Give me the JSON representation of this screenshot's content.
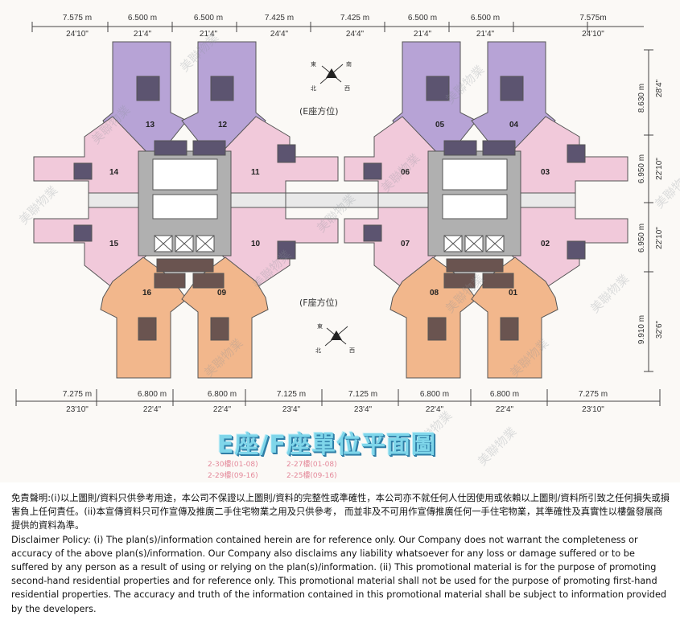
{
  "dimensions": {
    "top": [
      {
        "m": "7.575 m",
        "ft": "24'10\""
      },
      {
        "m": "6.500 m",
        "ft": "21'4\""
      },
      {
        "m": "6.500 m",
        "ft": "21'4\""
      },
      {
        "m": "7.425 m",
        "ft": "24'4\""
      },
      {
        "m": "7.425 m",
        "ft": "24'4\""
      },
      {
        "m": "6.500 m",
        "ft": "21'4\""
      },
      {
        "m": "6.500 m",
        "ft": "21'4\""
      },
      {
        "m": "7.575m",
        "ft": "24'10\""
      }
    ],
    "bottom": [
      {
        "m": "7.275 m",
        "ft": "23'10\""
      },
      {
        "m": "6.800 m",
        "ft": "22'4\""
      },
      {
        "m": "6.800 m",
        "ft": "22'4\""
      },
      {
        "m": "7.125 m",
        "ft": "23'4\""
      },
      {
        "m": "7.125 m",
        "ft": "23'4\""
      },
      {
        "m": "6.800 m",
        "ft": "22'4\""
      },
      {
        "m": "6.800 m",
        "ft": "22'4\""
      },
      {
        "m": "7.275 m",
        "ft": "23'10\""
      }
    ],
    "right": [
      {
        "m": "8.630 m",
        "ft": "28'4\""
      },
      {
        "m": "6.950 m",
        "ft": "22'10\""
      },
      {
        "m": "6.950 m",
        "ft": "22'10\""
      },
      {
        "m": "9.910 m",
        "ft": "32'6\""
      }
    ]
  },
  "units": {
    "e_block_left": [
      "13",
      "12",
      "14",
      "11",
      "15",
      "10"
    ],
    "f_block_left": [
      "16",
      "09"
    ],
    "e_block_right": [
      "05",
      "04",
      "06",
      "03",
      "07",
      "02"
    ],
    "f_block_right": [
      "08",
      "01"
    ]
  },
  "wing_labels": {
    "e": "(E座方位)",
    "f": "(F座方位)"
  },
  "compass": {
    "n": "北",
    "s": "南",
    "e": "東",
    "w": "西"
  },
  "watermark": "美聯物業",
  "title": "E座/F座單位平面圖",
  "floor_notes": {
    "e_main": "2-30樓(01-08)",
    "e_alt": "2-29樓(09-16)",
    "f_main": "2-27樓(01-08)",
    "f_alt": "2-25樓(09-16)"
  },
  "disclaimer": {
    "zh": "免責聲明:(i)以上圖則/資料只供參考用途，本公司不保證以上圖則/資料的完整性或準確性，本公司亦不就任何人仕因使用或依賴以上圖則/資料所引致之任何損失或損害負上任何責任。(ii)本宣傳資料只可作宣傳及推廣二手住宅物業之用及只供參考， 而並非及不可用作宣傳推廣任何一手住宅物業，其準確性及真實性以樓盤發展商提供的資料為準。",
    "en": "Disclaimer Policy: (i) The plan(s)/information contained herein are for reference only. Our Company does not warrant the completeness or accuracy of the above plan(s)/information. Our Company also disclaims any liability whatsoever for any loss or damage suffered or to be suffered by any person as a result of using or relying on the plan(s)/information. (ii) This promotional material is for the purpose of promoting second-hand residential properties and for reference only. This promotional material shall not be used for the purpose of promoting first-hand residential properties. The accuracy and truth of the information contained in this promotional material shall be subject to information provided by the developers."
  },
  "colors": {
    "purple": "#b7a3d6",
    "pink": "#f1c9da",
    "orange": "#f2b78c",
    "grey_core": "#b0b0b0"
  }
}
